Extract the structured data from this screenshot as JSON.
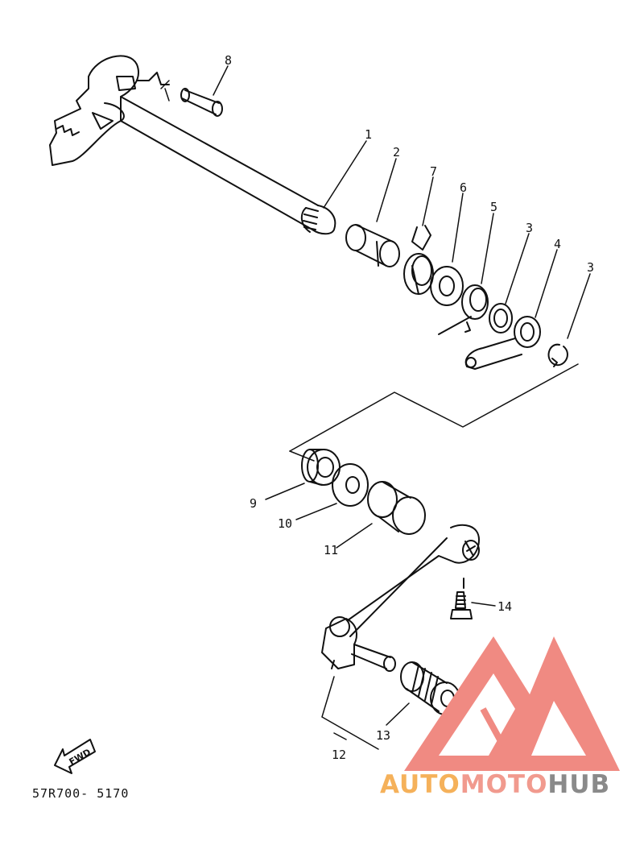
{
  "callouts": {
    "c1": "1",
    "c2": "2",
    "c3a": "3",
    "c3b": "3",
    "c4": "4",
    "c5": "5",
    "c6": "6",
    "c7": "7",
    "c8": "8",
    "c9": "9",
    "c10": "10",
    "c11": "11",
    "c12": "12",
    "c13": "13",
    "c14": "14"
  },
  "fwd_label": "FWD",
  "diagram_code": "57R700- 5170",
  "watermark": {
    "part1": "AUTO",
    "part2": "MOTO",
    "part3": "HUB",
    "colors": {
      "auto": "#f5b15a",
      "moto": "#f19a8e",
      "hub": "#8a8a8a",
      "logo": "#f08a82"
    }
  }
}
